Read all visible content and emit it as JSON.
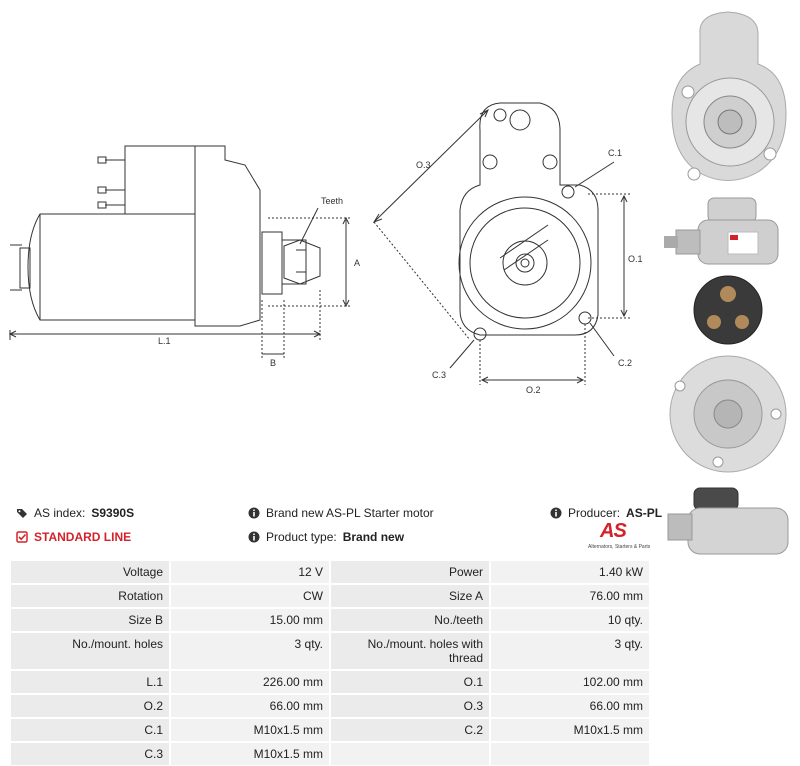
{
  "drawing": {
    "labels": {
      "teeth": "Teeth",
      "a": "A",
      "b": "B",
      "l1": "L.1",
      "o3": "O.3",
      "c1": "C.1",
      "o1": "O.1",
      "c2": "C.2",
      "c3": "C.3",
      "o2": "O.2"
    }
  },
  "info": {
    "as_index_label": "AS index:",
    "as_index_value": "S9390S",
    "standard_line": "STANDARD LINE",
    "description": "Brand new AS-PL Starter motor",
    "product_type_label": "Product type:",
    "product_type_value": "Brand new",
    "producer_label": "Producer:",
    "producer_value": "AS-PL",
    "logo_mark": "AS",
    "logo_tagline": "Alternators, Starters & Parts"
  },
  "specs": {
    "rows": [
      [
        {
          "k": "Voltage",
          "v": "12 V"
        },
        {
          "k": "Power",
          "v": "1.40 kW"
        }
      ],
      [
        {
          "k": "Rotation",
          "v": "CW"
        },
        {
          "k": "Size A",
          "v": "76.00 mm"
        }
      ],
      [
        {
          "k": "Size B",
          "v": "15.00 mm"
        },
        {
          "k": "No./teeth",
          "v": "10 qty."
        }
      ],
      [
        {
          "k": "No./mount. holes",
          "v": "3 qty."
        },
        {
          "k": "No./mount. holes with thread",
          "v": "3 qty."
        }
      ],
      [
        {
          "k": "L.1",
          "v": "226.00 mm"
        },
        {
          "k": "O.1",
          "v": "102.00 mm"
        }
      ],
      [
        {
          "k": "O.2",
          "v": "66.00 mm"
        },
        {
          "k": "O.3",
          "v": "66.00 mm"
        }
      ],
      [
        {
          "k": "C.1",
          "v": "M10x1.5 mm"
        },
        {
          "k": "C.2",
          "v": "M10x1.5 mm"
        }
      ],
      [
        {
          "k": "C.3",
          "v": "M10x1.5 mm"
        },
        {
          "k": "",
          "v": ""
        }
      ]
    ]
  },
  "colors": {
    "accent_red": "#d2232a",
    "table_bg": "#f2f2f2",
    "line": "#333333"
  }
}
